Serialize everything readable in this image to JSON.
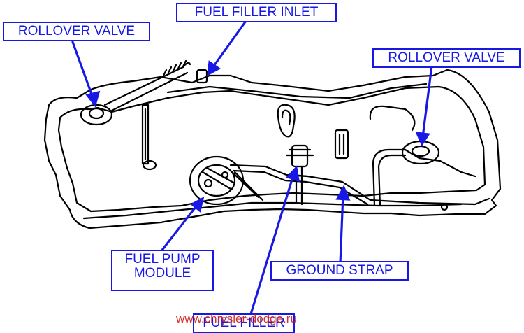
{
  "labels": {
    "fuel_filler_inlet": "FUEL FILLER INLET",
    "rollover_valve_left": "ROLLOVER VALVE",
    "rollover_valve_right": "ROLLOVER VALVE",
    "fuel_pump_module_line1": "FUEL PUMP",
    "fuel_pump_module_line2": "MODULE",
    "ground_strap": "GROUND STRAP",
    "fuel_filler": "FUEL FILLER"
  },
  "watermark": "www.chrysler-dodge.ru",
  "colors": {
    "label_blue": "#1818e6",
    "line_black": "#000000",
    "watermark_red": "#cc1a1a"
  }
}
